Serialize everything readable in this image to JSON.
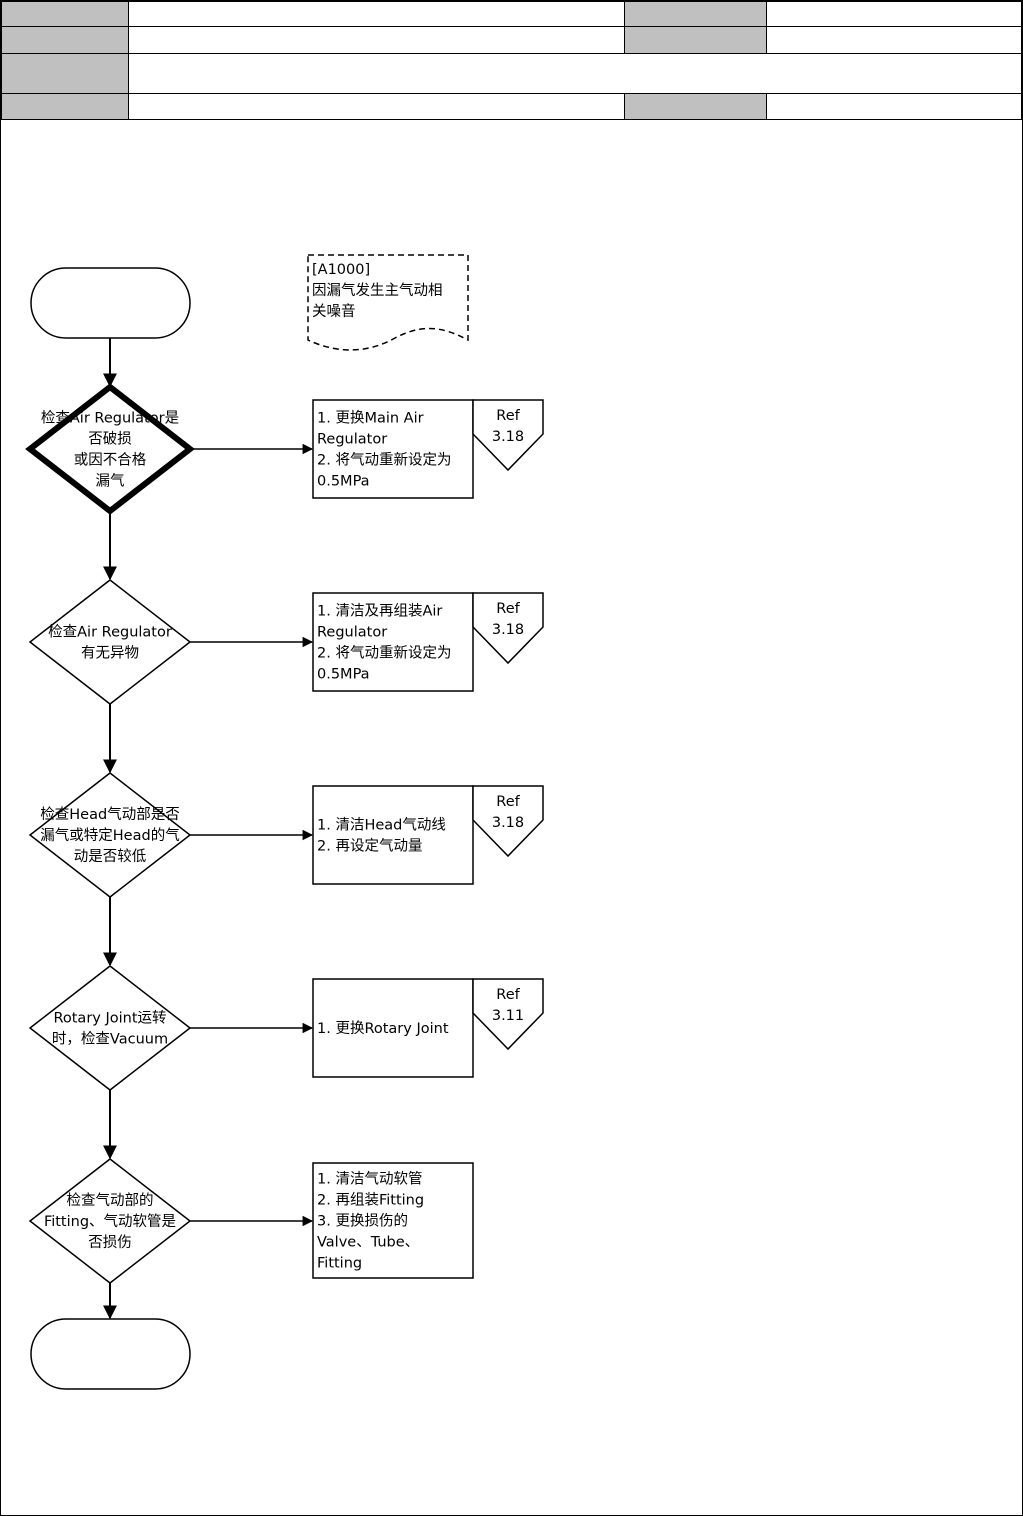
{
  "header": {
    "rows": [
      {
        "label": "",
        "value": "",
        "label2": "",
        "value2": ""
      },
      {
        "label": "",
        "value": "",
        "label2": "",
        "value2": ""
      },
      {
        "label": "",
        "value": ""
      },
      {
        "label": "",
        "value": "",
        "label2": "",
        "value2": ""
      }
    ]
  },
  "flow": {
    "start_label": "",
    "end_label": "",
    "note": [
      "[A1000]",
      "因漏气发生主气动相",
      "关噪音"
    ],
    "decisions": [
      {
        "lines": [
          "检查Air Regulator是",
          "否破损",
          "或因不合格",
          "漏气"
        ]
      },
      {
        "lines": [
          "检查Air Regulator",
          "有无异物"
        ]
      },
      {
        "lines": [
          "检查Head气动部是否",
          "漏气或特定Head的气",
          "动是否较低"
        ]
      },
      {
        "lines": [
          "Rotary Joint运转",
          "时，检查Vacuum"
        ]
      },
      {
        "lines": [
          "检查气动部的",
          "Fitting、气动软管是",
          "否损伤"
        ]
      }
    ],
    "actions": [
      {
        "lines": [
          "1. 更换Main Air",
          "Regulator",
          "2. 将气动重新设定为",
          "0.5MPa"
        ],
        "ref": [
          "Ref",
          "3.18"
        ]
      },
      {
        "lines": [
          "1. 清洁及再组装Air",
          "Regulator",
          "2. 将气动重新设定为",
          "0.5MPa"
        ],
        "ref": [
          "Ref",
          "3.18"
        ]
      },
      {
        "lines": [
          "1. 清洁Head气动线",
          "2. 再设定气动量"
        ],
        "ref": [
          "Ref",
          "3.18"
        ]
      },
      {
        "lines": [
          "1. 更换Rotary Joint"
        ],
        "ref": [
          "Ref",
          "3.11"
        ]
      },
      {
        "lines": [
          "1. 清洁气动软管",
          "2. 再组装Fitting",
          "3. 更换损伤的",
          "Valve、Tube、",
          "Fitting"
        ],
        "ref": null
      }
    ]
  },
  "colors": {
    "header_label_bg": "#c0c0c0",
    "line": "#000000",
    "background": "#ffffff"
  }
}
